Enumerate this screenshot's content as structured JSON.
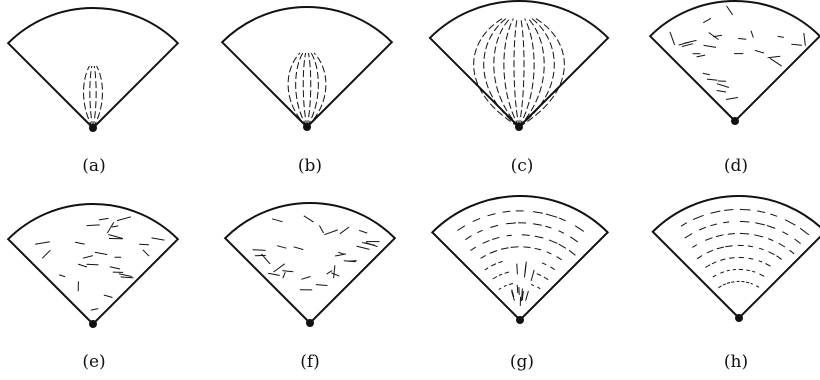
{
  "panels": [
    {
      "id": "a",
      "caption": "(a)",
      "texture": "narrow-bundle"
    },
    {
      "id": "b",
      "caption": "(b)",
      "texture": "medium-bundle"
    },
    {
      "id": "c",
      "caption": "(c)",
      "texture": "wide-bundle"
    },
    {
      "id": "d",
      "caption": "(d)",
      "texture": "random-dashes"
    },
    {
      "id": "e",
      "caption": "(e)",
      "texture": "random-dashes"
    },
    {
      "id": "f",
      "caption": "(f)",
      "texture": "random-dashes"
    },
    {
      "id": "g",
      "caption": "(g)",
      "texture": "arcs-with-radial-center"
    },
    {
      "id": "h",
      "caption": "(h)",
      "texture": "concentric-arcs"
    }
  ],
  "colors": {
    "stroke": "#111111",
    "background": "#ffffff"
  }
}
